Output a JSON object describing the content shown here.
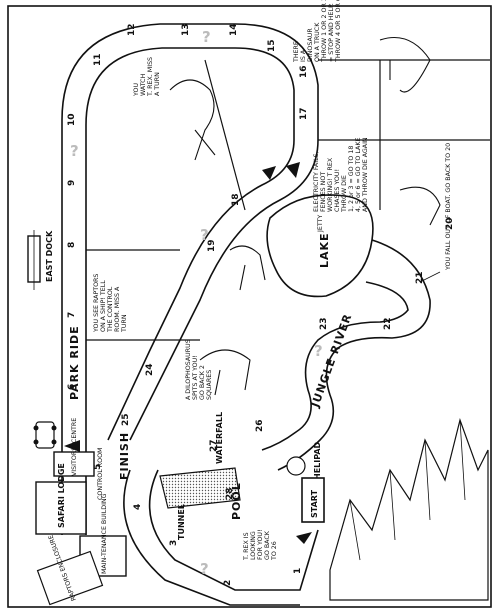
{
  "board": {
    "border_color": "#111111",
    "path_fill": "#ffffff",
    "question_color": "#bcbcbc",
    "lake_fill": "#ffffff",
    "hatch_color": "#555555"
  },
  "labels": {
    "park_ride": "PARK RIDE",
    "east_dock": "EAST DOCK",
    "finish": "FINISH",
    "start": "START",
    "safari_lodge": "SAFARI LODGE",
    "visitors_centre": "VISITORS' CENTRE",
    "control_room": "CONTROL ROOM",
    "maintenance_building": "MAIN-TENANCE BUILDING",
    "raptors_enclosure": "RAPTORS ENCLOSURE",
    "tunnel": "TUNNEL",
    "pool": "POOL",
    "waterfall": "WATERFALL",
    "helipad": "HELIPAD",
    "jungle_river": "JUNGLE RIVER",
    "lake": "LAKE",
    "jetty": "JETTY",
    "question_mark": "?"
  },
  "track_numbers": [
    "1",
    "2",
    "3",
    "4",
    "5",
    "6",
    "7",
    "8",
    "9",
    "10",
    "11",
    "12",
    "13",
    "14",
    "15",
    "16",
    "17",
    "18",
    "19",
    "20",
    "21",
    "22",
    "23",
    "24",
    "25",
    "26",
    "27",
    "28"
  ],
  "square_texts": {
    "raptors_ship": [
      "YOU SEE RAPTORS",
      "ON A SHIP! TELL",
      "THE CONTROL",
      "ROOM. MISS A",
      "TURN"
    ],
    "trex_watch": [
      "YOU",
      "WATCH",
      "T. REX. MISS",
      "A TURN"
    ],
    "dinosaur_truck": [
      "THERE",
      "IS A",
      "DINOSAUR",
      "ON A TRUCK",
      "THROW 1 OR 2 OR 3",
      "= STOP AND HELP.",
      "THROW 4 OR 5 OR 6 = GO TO 18"
    ],
    "electricity": [
      "ELECTRICITY FAILS,",
      "FENCES NOT",
      "WORKING! T REX",
      "CHASES YOU!",
      "THROW DIE",
      "1, 2 or 3 = GO TO 18",
      "4, 5 or 6 = GO TO LAKE",
      "AND THROW DIE AGAIN"
    ],
    "dilophosaurus": [
      "A DILOPHOSAURUS",
      "SPITS AT YOU!",
      "GO BACK 2",
      "SQUARES"
    ],
    "trex_looking": [
      "T. REX IS",
      "LOOKING",
      "FOR YOU!",
      "GO BACK",
      "TO 26"
    ],
    "fall_out": "YOU FALL OUT OF BOAT. GO BACK TO 20"
  }
}
